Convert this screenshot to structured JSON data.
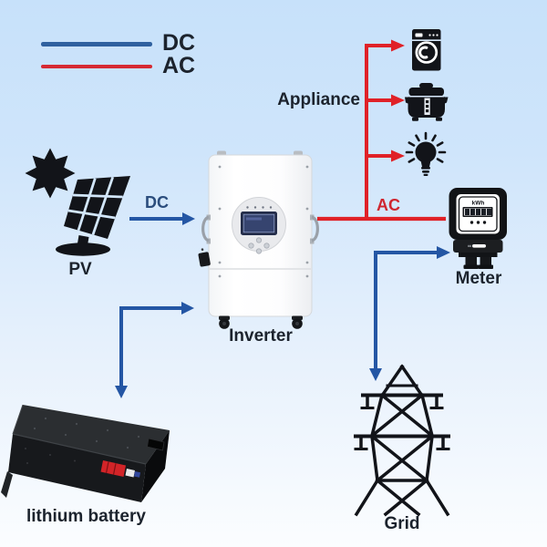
{
  "legend": {
    "dc_label": "DC",
    "ac_label": "AC"
  },
  "flows": {
    "dc_arrow_label": "DC",
    "ac_line_label": "AC"
  },
  "nodes": {
    "pv_label": "PV",
    "inverter_label": "Inverter",
    "battery_label": "lithium battery",
    "appliance_label": "Appliance",
    "meter_label": "Meter",
    "meter_display_text": "kWh",
    "grid_label": "Grid"
  },
  "colors": {
    "dc": "#2456a4",
    "ac": "#e02127",
    "legend_dc_line": "#30619f",
    "legend_ac_line": "#d62a32",
    "icon": "#121419",
    "label_text": "#1c232d",
    "dc_label_text": "#2b4d7d",
    "ac_label_text": "#cf2630",
    "background_top": "#c7e1fa",
    "background_bottom": "#fbfdff"
  }
}
